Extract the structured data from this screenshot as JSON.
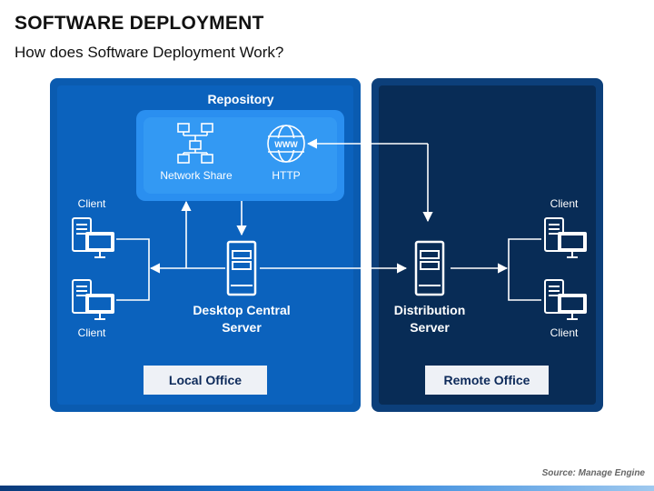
{
  "header": {
    "title": "SOFTWARE DEPLOYMENT",
    "subtitle": "How does Software Deployment Work?"
  },
  "repository": {
    "title": "Repository",
    "network_share_label": "Network Share",
    "http_label": "HTTP",
    "http_icon_text": "WWW"
  },
  "local": {
    "client_top_label": "Client",
    "client_bottom_label": "Client",
    "server_label_line1": "Desktop Central",
    "server_label_line2": "Server",
    "office_label": "Local Office"
  },
  "remote": {
    "client_top_label": "Client",
    "client_bottom_label": "Client",
    "server_label_line1": "Distribution",
    "server_label_line2": "Server",
    "office_label": "Remote Office"
  },
  "footer": {
    "source": "Source: Manage Engine"
  },
  "colors": {
    "local_panel": "#0b62bd",
    "remote_panel": "#082c56",
    "repository": "#3399f3"
  }
}
